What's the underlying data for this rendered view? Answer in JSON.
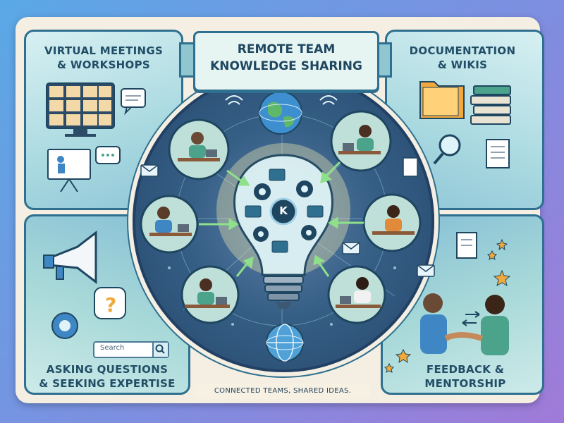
{
  "title": {
    "line1": "REMOTE TEAM",
    "line2": "KNOWLEDGE SHARING"
  },
  "panels": {
    "top_left": {
      "line1": "VIRTUAL MEETINGS",
      "line2": "& WORKSHOPS"
    },
    "top_right": {
      "line1": "DOCUMENTATION",
      "line2": "& WIKIS"
    },
    "bottom_left": {
      "line1": "ASKING QUESTIONS",
      "line2": "& SEEKING EXPERTISE"
    },
    "bottom_right": {
      "line1": "FEEDBACK &",
      "line2": "MENTORSHIP"
    }
  },
  "search": {
    "placeholder": "Search"
  },
  "footer": "CONNECTED TEAMS, SHARED IDEAS.",
  "center_badge": "K",
  "colors": {
    "background_start": "#5aa8e6",
    "background_end": "#a07ad8",
    "card": "#f4efe2",
    "outline": "#2f6f8f",
    "title_text": "#1f4660",
    "circle": "#365f86",
    "bulb_glow": "#fff3b0",
    "star": "#f2a93b"
  },
  "icons": [
    "video-call-icon",
    "presentation-board-icon",
    "speech-bubble-icon",
    "chat-bubble-icon",
    "folder-icon",
    "books-icon",
    "magnifier-icon",
    "document-icon",
    "megaphone-icon",
    "question-bubble-icon",
    "gear-icon",
    "search-icon",
    "handshake-icon",
    "star-icon",
    "globe-icon",
    "lightbulb-icon",
    "envelope-icon",
    "wifi-icon"
  ]
}
